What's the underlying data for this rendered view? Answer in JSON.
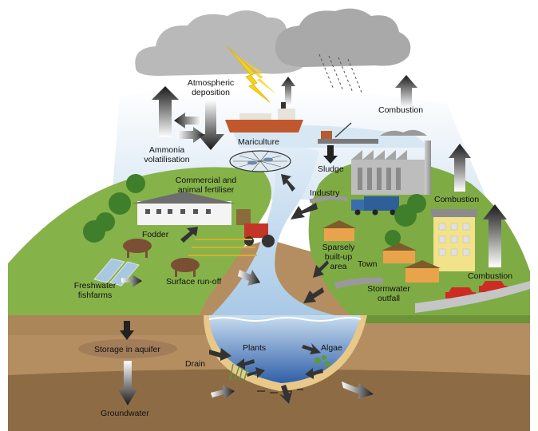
{
  "labels": {
    "atmospheric_deposition": [
      "Atmospheric",
      "deposition"
    ],
    "ammonia_volatilisation": [
      "Ammonia",
      "volatilisation"
    ],
    "mariculture": "Mariculture",
    "sludge": "Sludge",
    "combustion_top": "Combustion",
    "combustion_mid": "Combustion",
    "combustion_right": "Combustion",
    "industry": "Industry",
    "fertiliser": [
      "Commercial and",
      "animal fertiliser"
    ],
    "fodder": "Fodder",
    "sparsely_built_up": [
      "Sparsely",
      "built-up",
      "area"
    ],
    "town": "Town",
    "surface_runoff": "Surface run-off",
    "freshwater_fishfarms": [
      "Freshwater",
      "fishfarms"
    ],
    "stormwater_outfall": [
      "Stormwater",
      "outfall"
    ],
    "storage_in_aquifer": "Storage in aquifer",
    "plants": "Plants",
    "algae": "Algae",
    "drain": "Drain",
    "groundwater": "Groundwater"
  },
  "colors": {
    "land_green": "#86b24a",
    "land_dark": "#5e8a2f",
    "soil": "#b38d5f",
    "soil_dark": "#8a6a44",
    "water": "#b9d3e8",
    "water_deep": "#3f73b5",
    "sky": "#d7e4f2",
    "cloud": "#b6b6b6"
  }
}
